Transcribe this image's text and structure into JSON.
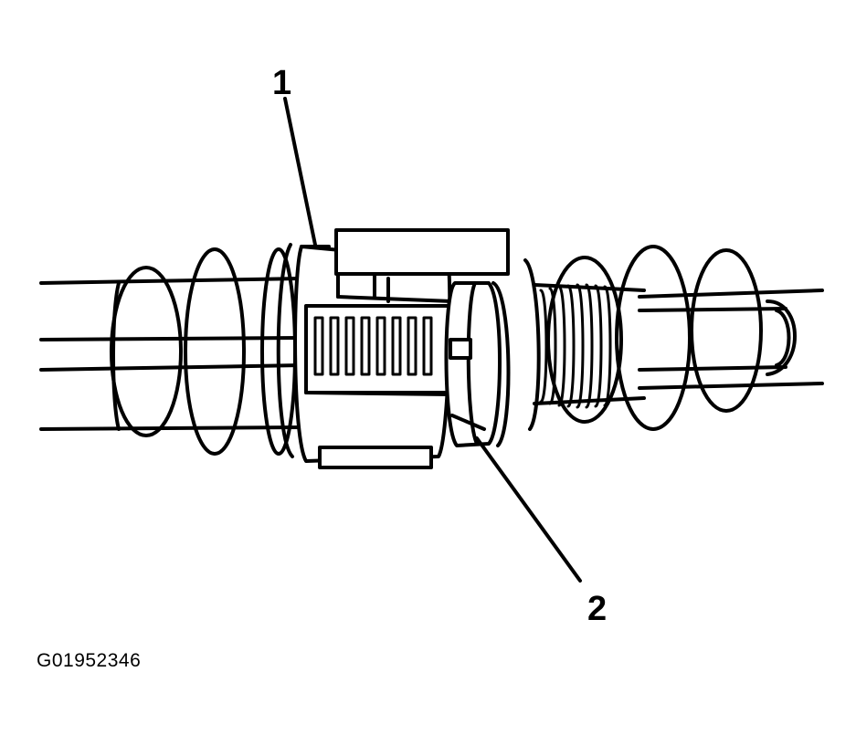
{
  "callouts": [
    {
      "label": "1"
    },
    {
      "label": "2"
    }
  ],
  "figure_id": "G01952346",
  "colors": {
    "line": "#000000",
    "background": "#ffffff"
  }
}
